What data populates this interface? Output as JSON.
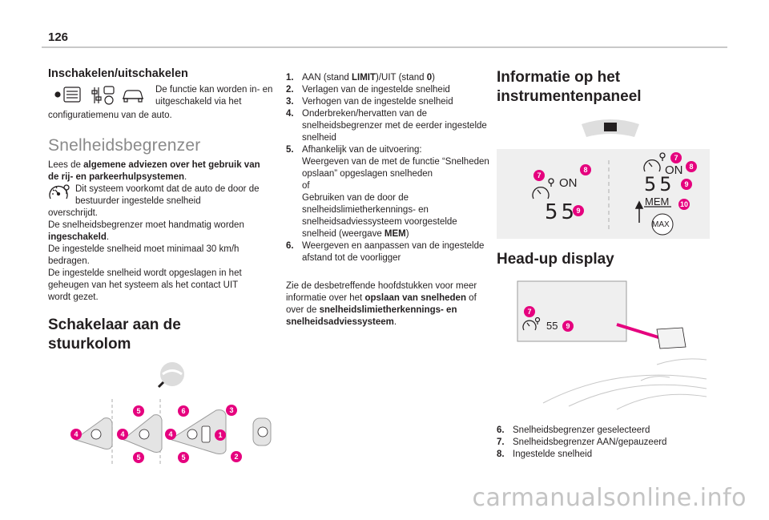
{
  "page": {
    "number": "126"
  },
  "col1": {
    "switch_heading": "Inschakelen/uitschakelen",
    "switch_text": "De functie kan worden in- en uitgeschakeld via het",
    "switch_text2": "configuratiemenu van de auto.",
    "section_title": "Snelheidsbegrenzer",
    "intro_pre": "Lees de ",
    "intro_bold": "algemene adviezen over het gebruik van de rij- en parkeerhulpsystemen",
    "intro_post": ".",
    "desc_a": "Dit systeem voorkomt dat de auto de door de bestuurder ingestelde snelheid",
    "desc_b": "overschrijdt.",
    "manual_pre": "De snelheidsbegrenzer moet handmatig worden ",
    "manual_bold": "ingeschakeld",
    "manual_post": ".",
    "min_speed": "De ingestelde snelheid moet minimaal 30 km/h bedragen.",
    "memory": "De ingestelde snelheid wordt opgeslagen in het geheugen van het systeem als het contact UIT wordt gezet.",
    "stalk_heading": "Schakelaar aan de stuurkolom",
    "stalk_badges": [
      "5",
      "6",
      "3",
      "4",
      "4",
      "4",
      "1",
      "5",
      "5",
      "2"
    ]
  },
  "col2": {
    "items": [
      {
        "n": "1.",
        "html": "AAN (stand <b>LIMIT</b>)/UIT (stand <b>0</b>)"
      },
      {
        "n": "2.",
        "html": "Verlagen van de ingestelde snelheid"
      },
      {
        "n": "3.",
        "html": "Verhogen van de ingestelde snelheid"
      },
      {
        "n": "4.",
        "html": "Onderbreken/hervatten van de snelheidsbegrenzer met de eerder ingestelde snelheid"
      },
      {
        "n": "5.",
        "html": "Afhankelijk van de uitvoering:<br>Weergeven van de met de functie “Snelheden opslaan” opgeslagen snelheden<br>of<br>Gebruiken van de door de snelheidslimietherkennings- en snelheidsadviessysteem voorgestelde snelheid (weergave <b>MEM</b>)"
      },
      {
        "n": "6.",
        "html": "Weergeven en aanpassen van de ingestelde afstand tot de voorligger"
      }
    ],
    "see_pre": "Zie de desbetreffende hoofdstukken voor meer informatie over het ",
    "see_b1": "opslaan van snelheden",
    "see_mid": " of over de ",
    "see_b2": "snelheidslimietherkennings- en snelheidsadviessysteem",
    "see_post": "."
  },
  "col3": {
    "title_line1": "Informatie op het",
    "title_line2": "instrumentenpaneel",
    "panel_left": {
      "on": "ON",
      "speed": "55",
      "badges": [
        "7",
        "8",
        "9"
      ]
    },
    "panel_right": {
      "on": "ON",
      "speed": "55",
      "mem": "MEM",
      "max": "MAX",
      "badges": [
        "7",
        "8",
        "9",
        "10"
      ]
    },
    "hud_title": "Head-up display",
    "hud": {
      "speed": "55",
      "badges": [
        "7",
        "9"
      ]
    },
    "legend": [
      {
        "n": "6.",
        "text": "Snelheidsbegrenzer geselecteerd"
      },
      {
        "n": "7.",
        "text": "Snelheidsbegrenzer AAN/gepauzeerd"
      },
      {
        "n": "8.",
        "text": "Ingestelde snelheid"
      }
    ]
  },
  "watermark": "carmanualsonline.info",
  "colors": {
    "accent": "#e5007e",
    "panel": "#efefef"
  }
}
